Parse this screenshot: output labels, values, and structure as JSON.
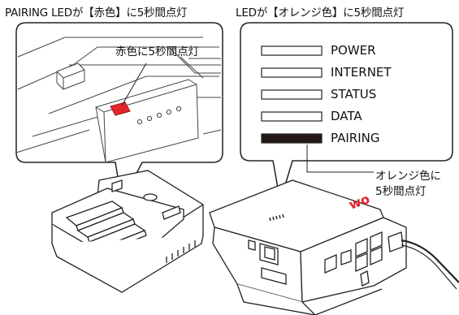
{
  "left_caption": "PAIRING LEDが【赤色】に5秒間点灯",
  "right_caption": "LEDが【オレンジ色】に5秒間点灯",
  "left_callout": "赤色に5秒間点灯",
  "right_callout_line1": "オレンジ色に",
  "right_callout_line2": "5秒間点灯",
  "led_panel": [
    {
      "label": "POWER",
      "state": "off"
    },
    {
      "label": "INTERNET",
      "state": "off"
    },
    {
      "label": "STATUS",
      "state": "off"
    },
    {
      "label": "DATA",
      "state": "off"
    },
    {
      "label": "PAIRING",
      "state": "on"
    }
  ],
  "device_logo": "wo",
  "colors": {
    "pairing_led_left": "#e3262b",
    "led_on": "#231815",
    "logo": "#e3262b",
    "line": "#222222"
  },
  "icons": [
    "battery-compartment-icon",
    "router-device-icon",
    "led-indicator-icon"
  ]
}
